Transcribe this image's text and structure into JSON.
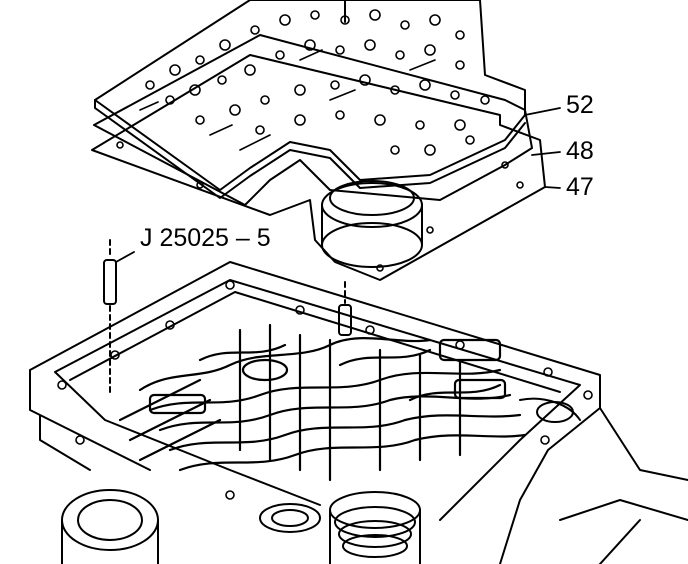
{
  "callouts": {
    "part_52": "52",
    "part_48": "48",
    "part_47": "47",
    "tool": "J 25025 – 5"
  },
  "colors": {
    "ink": "#000000",
    "paper": "#ffffff"
  }
}
